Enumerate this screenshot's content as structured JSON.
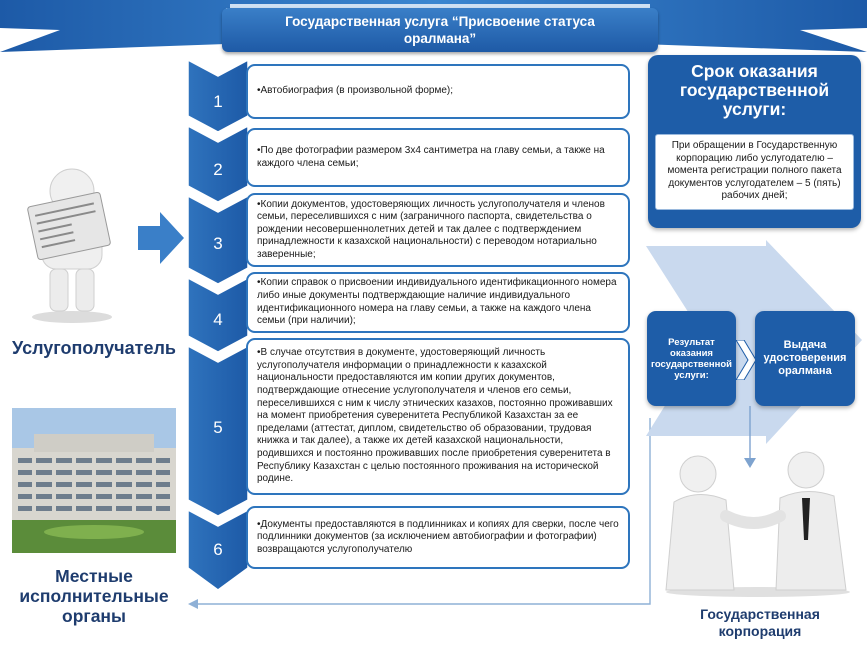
{
  "banner": {
    "title": "Государственная услуга “Присвоение статуса оралмана”"
  },
  "left": {
    "recipient_label": "Услугополучатель",
    "local_bodies_label": "Местные исполнительные органы"
  },
  "steps": [
    {
      "number": "1",
      "text": "•Автобиография (в произвольной форме);"
    },
    {
      "number": "2",
      "text": "•По две фотографии размером 3х4 сантиметра на главу семьи, а также на каждого члена семьи;"
    },
    {
      "number": "3",
      "text": "•Копии документов, удостоверяющих личность услугополучателя и членов семьи, переселившихся с ним (заграничного паспорта, свидетельства о рождении несовершеннолетних детей и так далее с подтверждением принадлежности к казахской национальности) с переводом нотариально заверенные;"
    },
    {
      "number": "4",
      "text": "•Копии справок о присвоении индивидуального идентификационного номера либо иные документы подтверждающие наличие индивидуального идентификационного номера на главу семьи, а также на каждого члена семьи (при наличии);"
    },
    {
      "number": "5",
      "text": "•В случае отсутствия в документе, удостоверяющий личность услугополучателя информации о принадлежности к казахской национальности предоставляются им копии других документов, подтверждающие отнесение услугополучателя и членов его семьи, переселившихся с ним к числу этнических казахов, постоянно проживавших на момент приобретения суверенитета Республикой Казахстан за ее пределами (аттестат, диплом, свидетельство об образовании, трудовая книжка и так далее), а также их детей казахской национальности, родившихся и постоянно проживавших после приобретения суверенитета в Республику Казахстан с целью постоянного проживания на исторической родине."
    },
    {
      "number": "6",
      "text": "•Документы предоставляются в подлинниках и копиях для сверки, после чего подлинники документов (за исключением автобиографии и фотографии) возвращаются услугополучателю"
    }
  ],
  "term": {
    "title": "Срок оказания государственной услуги:",
    "body": "При обращении в Государственную корпорацию либо услугодателю – момента регистрации полного пакета документов услугодателем – 5 (пять) рабочих дней;"
  },
  "result": {
    "label": "Результат оказания государственной услуги:",
    "issue": "Выдача удостоверения оралмана"
  },
  "corp_label": "Государственная корпорация",
  "colors": {
    "primary": "#1e5da8",
    "accent": "#2e75bd",
    "light": "#c9d9ee"
  }
}
